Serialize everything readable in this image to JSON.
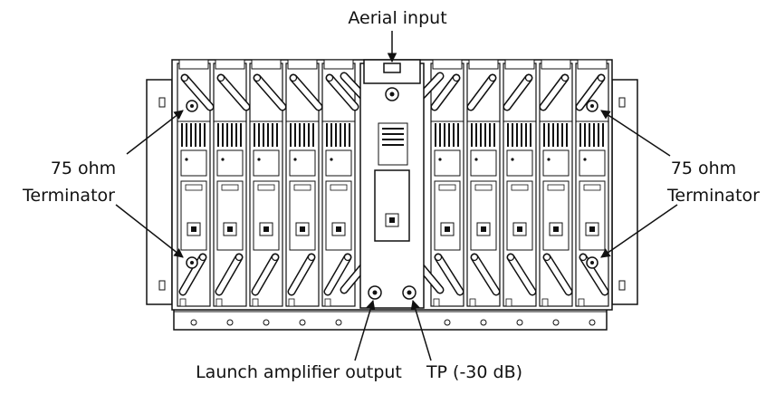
{
  "labels": {
    "aerial_input": "Aerial input",
    "terminator_left_line1": "75 ohm",
    "terminator_left_line2": "Terminator",
    "terminator_right_line1": "75 ohm",
    "terminator_right_line2": "Terminator",
    "launch_amplifier_output": "Launch amplifier output",
    "tp": "TP (-30 dB)"
  }
}
